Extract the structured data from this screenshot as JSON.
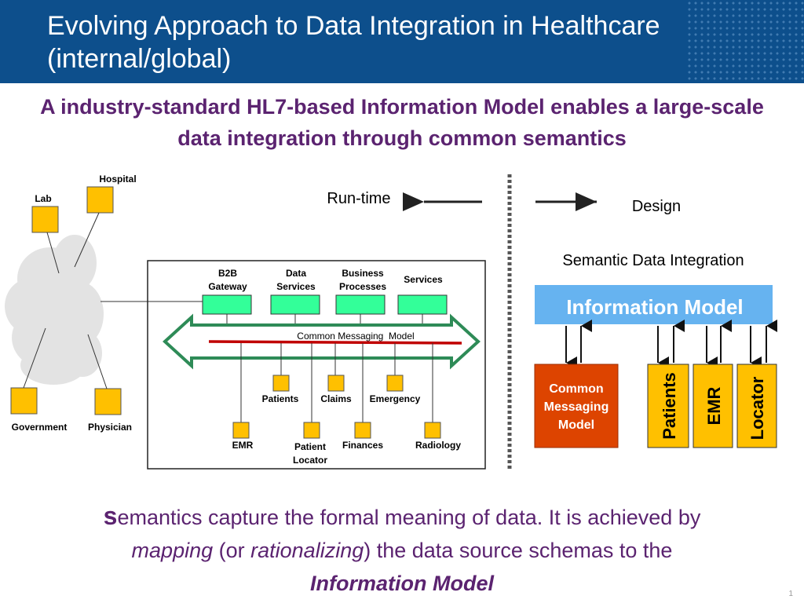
{
  "header": {
    "title": "Evolving Approach to Data Integration in Healthcare (internal/global)"
  },
  "subtitle": "A industry-standard HL7-based Information Model enables a large-scale data integration through common semantics",
  "left_diagram": {
    "sources": {
      "hospital": "Hospital",
      "lab": "Lab",
      "government": "Government",
      "physician": "Physician"
    },
    "top_services": {
      "b2b_line1": "B2B",
      "b2b_line2": "Gateway",
      "data_line1": "Data",
      "data_line2": "Services",
      "business_line1": "Business",
      "business_line2": "Processes",
      "services": "Services"
    },
    "bus_label": "Common Messaging  Model",
    "bottom_nodes": {
      "patients": "Patients",
      "claims": "Claims",
      "emergency": "Emergency",
      "emr": "EMR",
      "patient_locator_line1": "Patient",
      "patient_locator_line2": "Locator",
      "finances": "Finances",
      "radiology": "Radiology"
    }
  },
  "runtime_label": "Run-time",
  "design_label": "Design",
  "right_diagram": {
    "heading": "Semantic Data Integration",
    "info_model": "Information Model",
    "cmm_line1": "Common",
    "cmm_line2": "Messaging",
    "cmm_line3": "Model",
    "columns": [
      "Patients",
      "EMR",
      "Locator"
    ]
  },
  "caption": {
    "first_letter": "s",
    "line1_rest": "emantics capture the formal meaning of data. It is achieved by",
    "mapping": "mapping",
    "or_open": " (or ",
    "rationalizing": "rationalizing",
    "line2_rest": ") the data source schemas to the",
    "information_model": "Information Model"
  },
  "slide_number": "1",
  "colors": {
    "header_bg": "#0d4f8c",
    "subtitle_text": "#5b2370",
    "node_fill": "#ffc000",
    "service_fill": "#33ff99",
    "bus_stroke": "#2e8b57",
    "bus_line": "#c00000",
    "info_model_bg": "#66b3f0",
    "cmm_bg": "#dd4400"
  }
}
